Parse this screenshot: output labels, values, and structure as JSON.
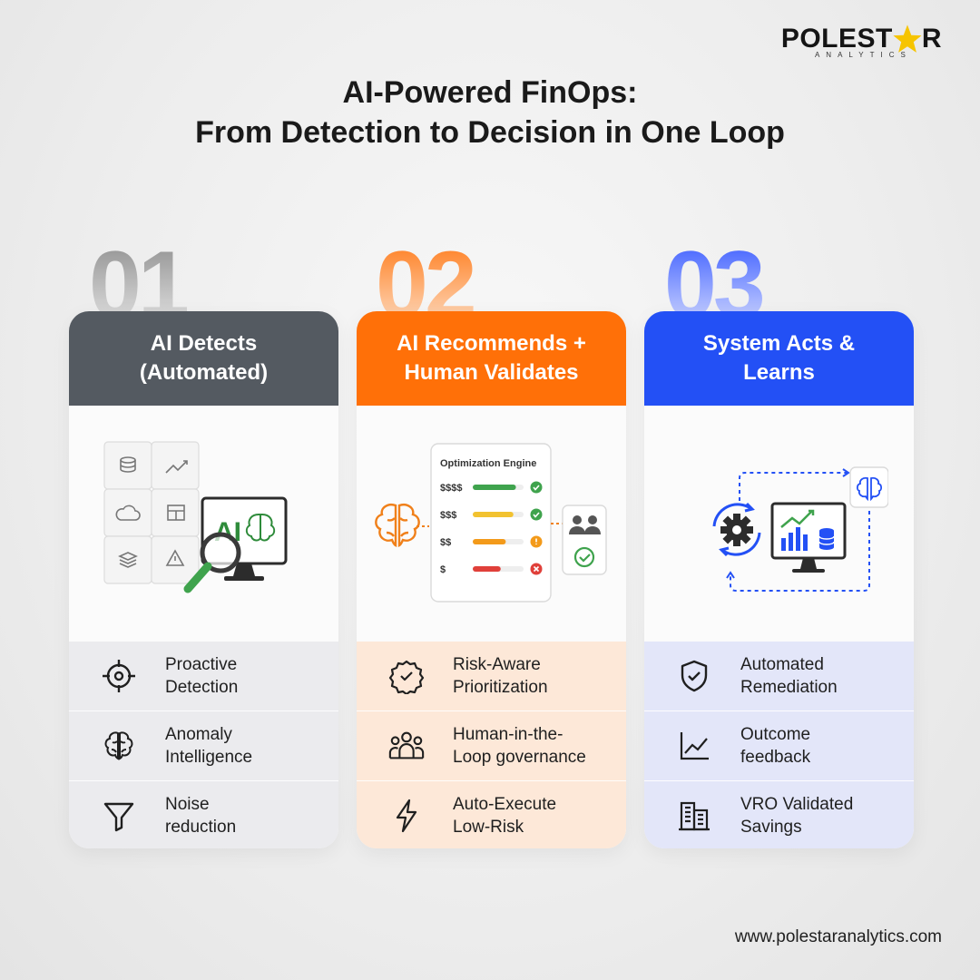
{
  "brand": {
    "name_left": "POLEST",
    "name_right": "R",
    "sub": "ANALYTICS",
    "star_color": "#f6c400"
  },
  "title": {
    "line1": "AI-Powered FinOps:",
    "line2": "From Detection to Decision in One Loop"
  },
  "steps": [
    {
      "number": "01",
      "header_line1": "AI Detects",
      "header_line2": "(Automated)",
      "color": "#545a61",
      "illustration": {
        "monitor_text": "AI"
      },
      "features": [
        {
          "line1": "Proactive",
          "line2": "Detection",
          "icon": "crosshair-icon"
        },
        {
          "line1": "Anomaly",
          "line2": "Intelligence",
          "icon": "brain-icon"
        },
        {
          "line1": "Noise",
          "line2": "reduction",
          "icon": "filter-icon"
        }
      ]
    },
    {
      "number": "02",
      "header_line1": "AI Recommends +",
      "header_line2": "Human Validates",
      "color": "#ff7008",
      "illustration": {
        "panel_title": "Optimization Engine",
        "rows": [
          {
            "label": "$$$$",
            "color": "#3fa34d",
            "status": "check"
          },
          {
            "label": "$$$",
            "color": "#f2c230",
            "status": "check"
          },
          {
            "label": "$$",
            "color": "#f39a1a",
            "status": "warning"
          },
          {
            "label": "$",
            "color": "#e0403a",
            "status": "cross"
          }
        ]
      },
      "features": [
        {
          "line1": "Risk-Aware",
          "line2": "Prioritization",
          "icon": "badge-check-icon"
        },
        {
          "line1": "Human-in-the-",
          "line2": "Loop governance",
          "icon": "people-icon"
        },
        {
          "line1": "Auto-Execute",
          "line2": "Low-Risk",
          "icon": "lightning-icon"
        }
      ]
    },
    {
      "number": "03",
      "header_line1": "System Acts &",
      "header_line2": "Learns",
      "color": "#2350f5",
      "illustration": {},
      "features": [
        {
          "line1": "Automated",
          "line2": "Remediation",
          "icon": "shield-check-icon"
        },
        {
          "line1": "Outcome",
          "line2": "feedback",
          "icon": "line-chart-icon"
        },
        {
          "line1": "VRO Validated",
          "line2": "Savings",
          "icon": "buildings-icon"
        }
      ]
    }
  ],
  "footer": {
    "url": "www.polestaranalytics.com"
  }
}
